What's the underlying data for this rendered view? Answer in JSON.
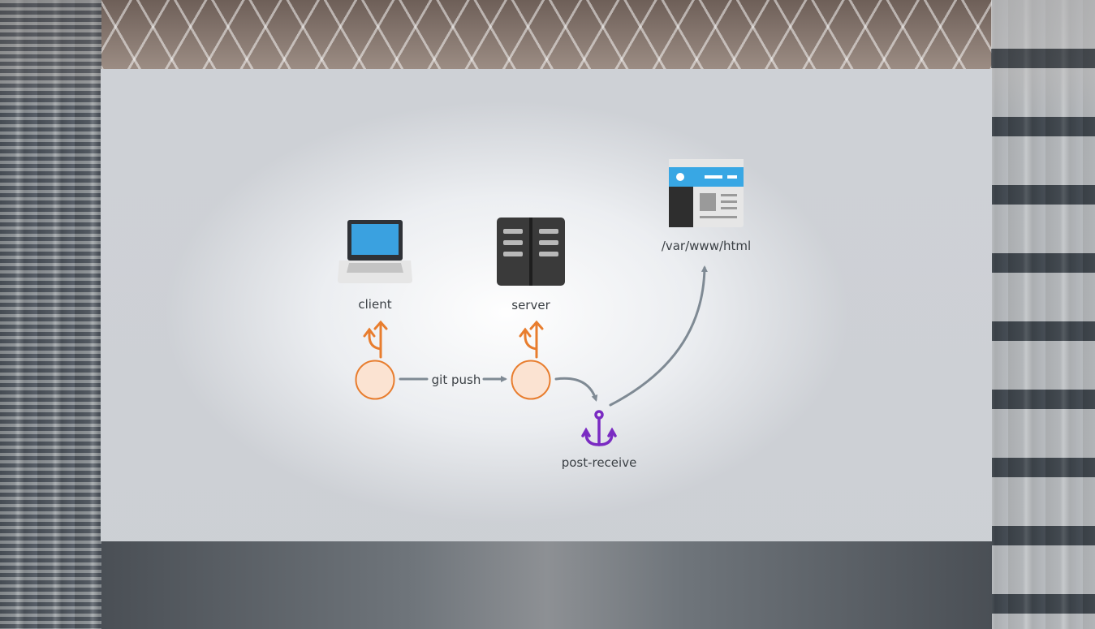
{
  "nodes": {
    "client": {
      "label": "client"
    },
    "server": {
      "label": "server"
    },
    "webroot": {
      "label": "/var/www/html"
    },
    "hook": {
      "label": "post-receive"
    }
  },
  "edges": {
    "push": {
      "label": "git push"
    }
  },
  "colors": {
    "arrow": "#7f8a94",
    "git_orange": "#e87d2e",
    "git_fill": "#fbe3d2",
    "hook_purple": "#7a2bc2",
    "laptop_screen": "#3aa1e0",
    "laptop_body": "#2f3237",
    "server_body": "#3a3a3a",
    "browser_bar": "#38a7e4",
    "browser_side": "#2e2e2e"
  },
  "icons": [
    "laptop-icon",
    "server-icon",
    "webpage-icon",
    "git-icon",
    "anchor-icon"
  ]
}
